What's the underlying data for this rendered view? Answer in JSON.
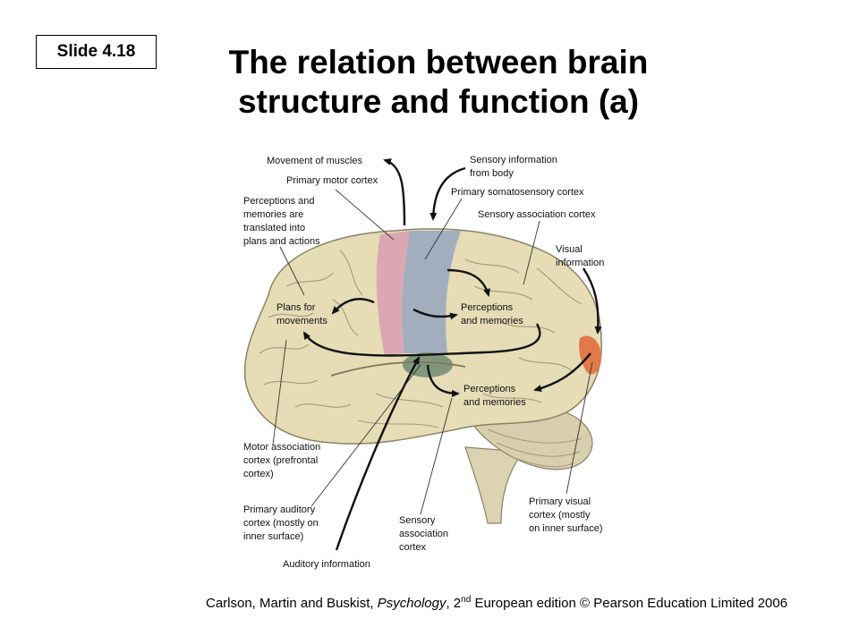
{
  "slide_label": "Slide 4.18",
  "title_line1": "The relation between brain",
  "title_line2": "structure and function (a)",
  "labels": {
    "movement_of_muscles": "Movement of muscles",
    "primary_motor_cortex": "Primary motor cortex",
    "perceptions_translated": [
      "Perceptions and",
      "memories are",
      "translated into",
      "plans and actions"
    ],
    "sensory_information": [
      "Sensory information",
      "from body"
    ],
    "primary_somatosensory_cortex": "Primary somatosensory cortex",
    "sensory_association_cortex_top": "Sensory association cortex",
    "visual_information": [
      "Visual",
      "information"
    ],
    "plans_for_movements": [
      "Plans for",
      "movements"
    ],
    "perceptions_and_memories_upper": [
      "Perceptions",
      "and memories"
    ],
    "perceptions_and_memories_lower": [
      "Perceptions",
      "and memories"
    ],
    "motor_association_cortex": [
      "Motor association",
      "cortex (prefrontal",
      "cortex)"
    ],
    "primary_auditory_cortex": [
      "Primary auditory",
      "cortex (mostly on",
      "inner surface)"
    ],
    "sensory_association_cortex_bottom": [
      "Sensory",
      "association",
      "cortex"
    ],
    "primary_visual_cortex": [
      "Primary visual",
      "cortex (mostly",
      "on inner surface)"
    ],
    "auditory_information": "Auditory information"
  },
  "credit": {
    "authors": "Carlson, Martin and Buskist, ",
    "book": "Psychology",
    "edition_num": ", 2",
    "edition_sup": "nd",
    "rest": " European edition © Pearson Education Limited 2006"
  },
  "colors": {
    "brain_fill": "#e6dcb5",
    "motor_cortex": "#d9a1b3",
    "somatosensory_cortex": "#9aa8bf",
    "auditory_cortex": "#6f8b72",
    "visual_cortex": "#e07a4a",
    "cerebellum": "#d8cfae"
  }
}
